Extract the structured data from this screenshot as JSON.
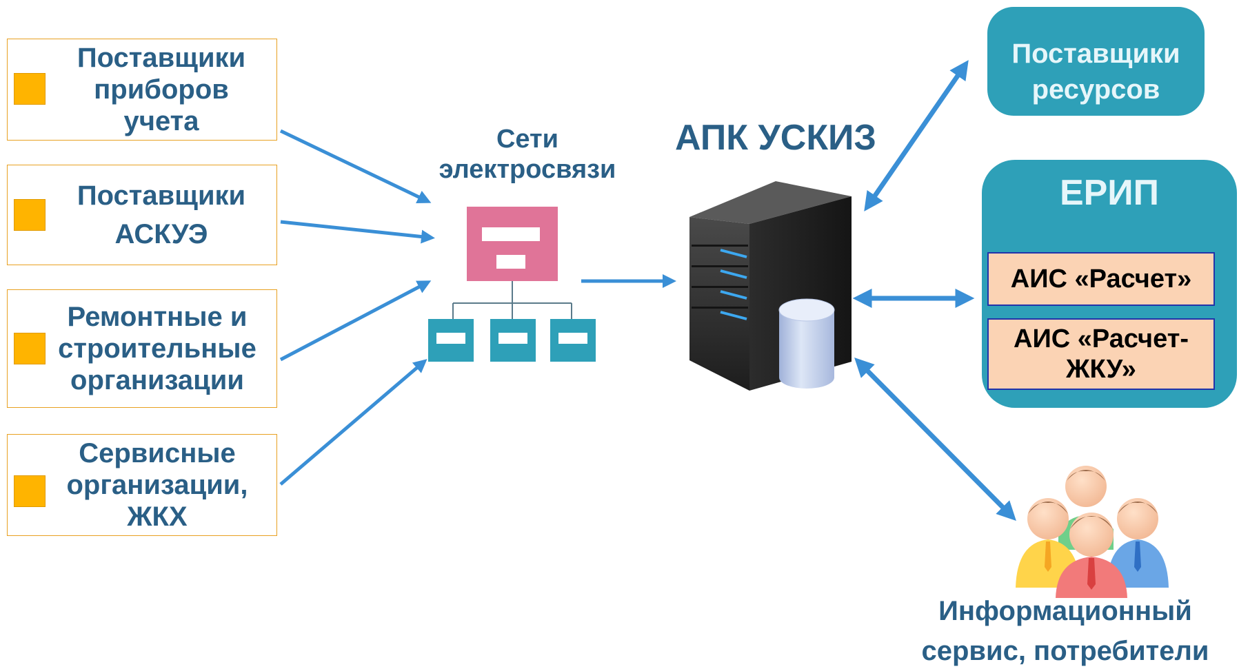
{
  "sources": [
    {
      "label": "Поставщики приборов учета"
    },
    {
      "label": "Поставщики АСКУЭ"
    },
    {
      "label": "Ремонтные и строительные организации"
    },
    {
      "label": "Сервисные организации, ЖКХ"
    }
  ],
  "network": {
    "label": "Сети электросвязи"
  },
  "server": {
    "label": "АПК УСКИЗ"
  },
  "resources": {
    "label": "Поставщики ресурсов"
  },
  "erip": {
    "title": "ЕРИП",
    "items": [
      {
        "label": "АИС «Расчет»"
      },
      {
        "label": "АИС «Расчет-ЖКУ»"
      }
    ]
  },
  "consumers": {
    "label": "Информационный сервис, потребители"
  },
  "icons": {
    "source_marker": "square-bullet-icon",
    "network": "network-hierarchy-icon",
    "server": "server-tower-icon",
    "database": "database-cylinder-icon",
    "users": "user-group-icon"
  },
  "colors": {
    "text": "#2a5f86",
    "arrow": "#3a8fd6",
    "box_border": "#e8a020",
    "marker": "#ffb400",
    "panel": "#2ea0b8",
    "network_top": "#e07498",
    "network_nodes": "#2ea0b8",
    "ais_fill": "#fbd3b4",
    "ais_border": "#2233aa"
  }
}
